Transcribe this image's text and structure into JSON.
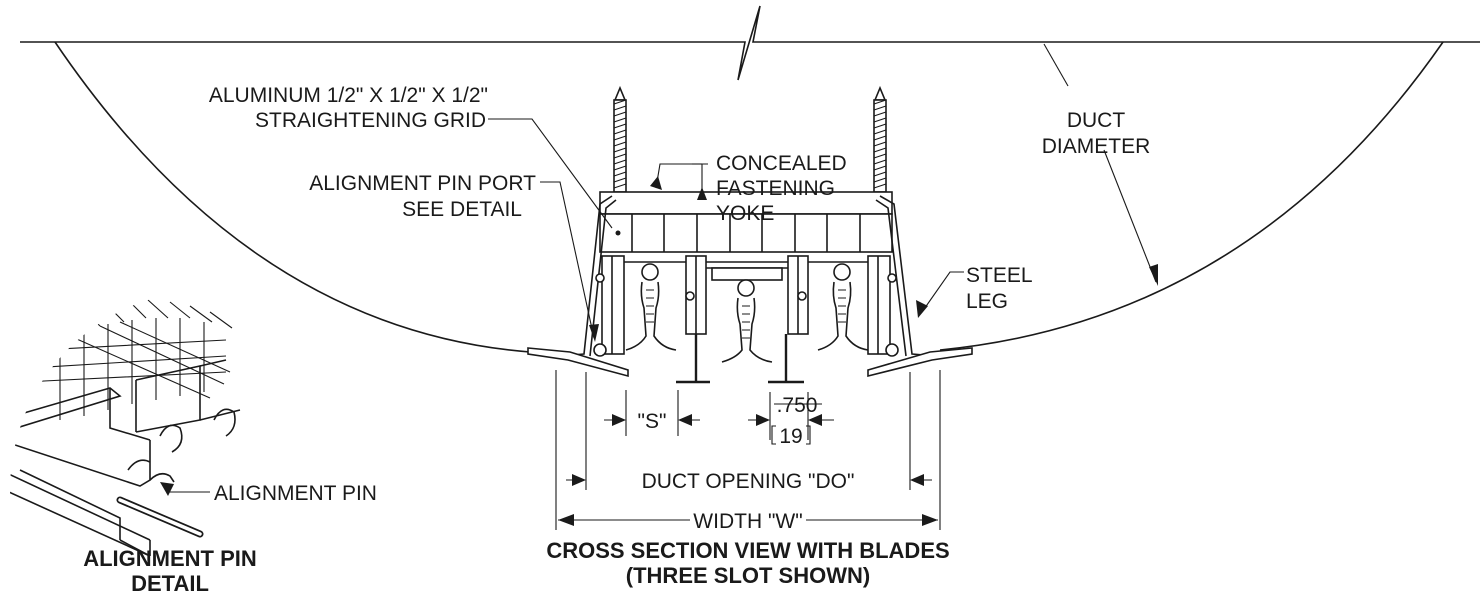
{
  "labels": {
    "grid_line1": "ALUMINUM 1/2\" X 1/2\" X 1/2\"",
    "grid_line2": "STRAIGHTENING GRID",
    "yoke_line1": "CONCEALED",
    "yoke_line2": "FASTENING",
    "yoke_line3": "YOKE",
    "port_line1": "ALIGNMENT PIN PORT",
    "port_line2": "SEE DETAIL",
    "duct_line1": "DUCT",
    "duct_line2": "DIAMETER",
    "leg_line1": "STEEL",
    "leg_line2": "LEG",
    "pin": "ALIGNMENT PIN",
    "spacing": "\"S\"",
    "dim_in": ".750",
    "dim_mm": "19",
    "opening": "DUCT OPENING \"DO\"",
    "width": "WIDTH \"W\""
  },
  "titles": {
    "detail_line1": "ALIGNMENT PIN",
    "detail_line2": "DETAIL",
    "main_line1": "CROSS SECTION VIEW WITH BLADES",
    "main_line2": "(THREE SLOT SHOWN)"
  }
}
